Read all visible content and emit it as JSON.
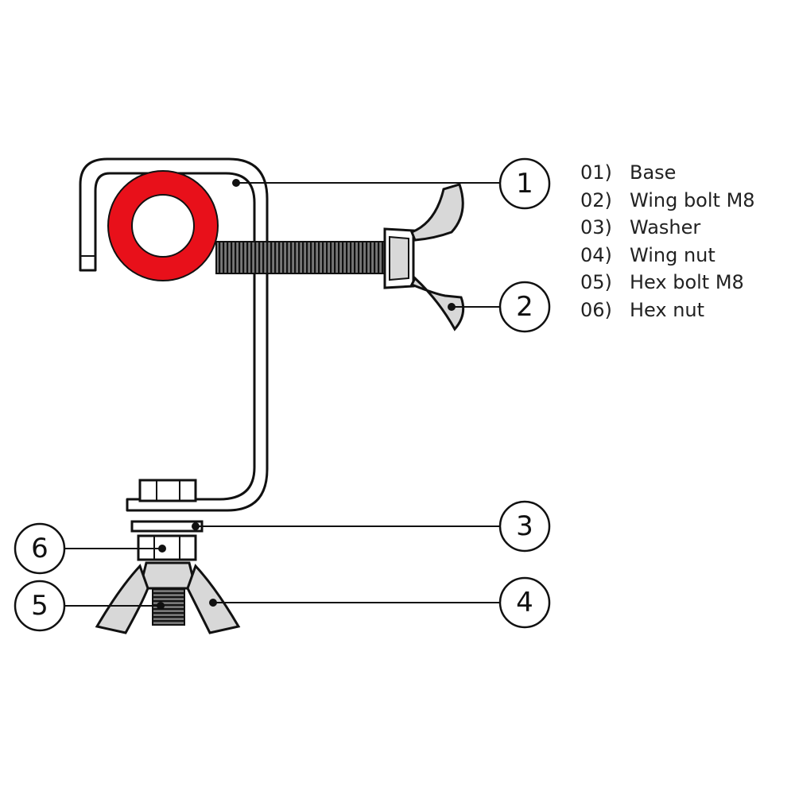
{
  "callouts": [
    "1",
    "2",
    "3",
    "4",
    "5",
    "6"
  ],
  "legend": [
    {
      "code": "01)",
      "label": "Base"
    },
    {
      "code": "02)",
      "label": "Wing bolt M8"
    },
    {
      "code": "03)",
      "label": "Washer"
    },
    {
      "code": "04)",
      "label": "Wing nut"
    },
    {
      "code": "05)",
      "label": "Hex bolt M8"
    },
    {
      "code": "06)",
      "label": "Hex nut"
    }
  ],
  "colors": {
    "tube": "#e8101a",
    "outline": "#111111",
    "metal": "#cfcfcf"
  }
}
